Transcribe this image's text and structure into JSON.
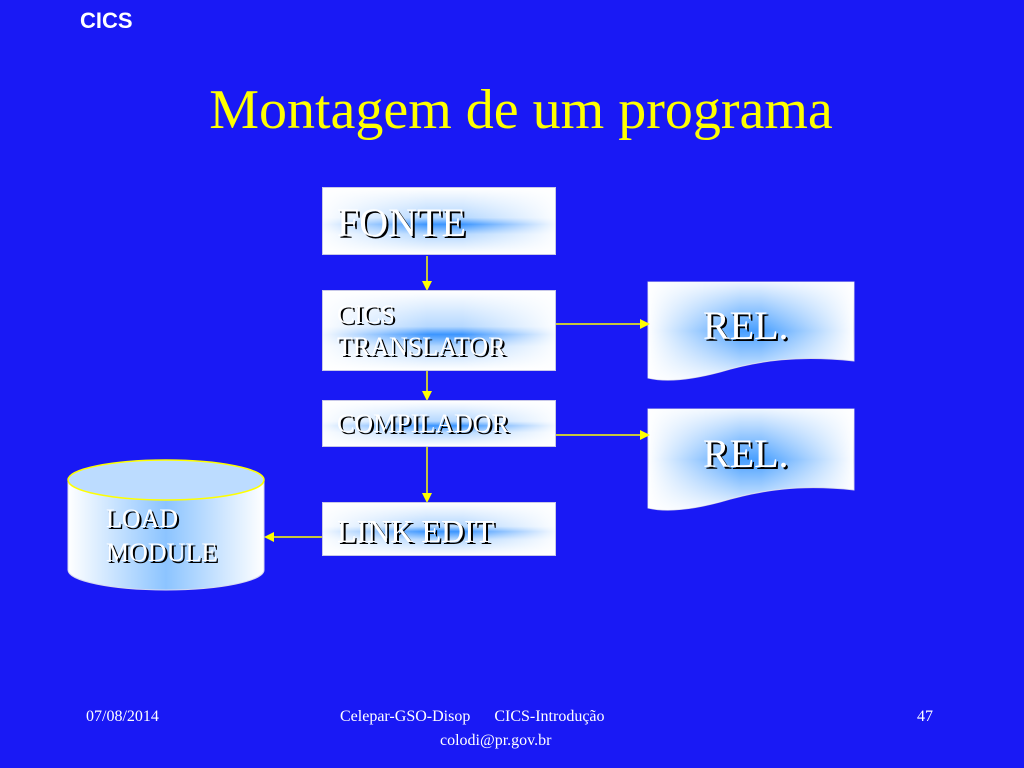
{
  "header": {
    "corner_label": "CICS"
  },
  "title": "Montagem de um programa",
  "diagram": {
    "nodes": {
      "fonte": "FONTE",
      "translator_line1": "CICS",
      "translator_line2": "TRANSLATOR",
      "compilador": "COMPILADOR",
      "link_edit": "LINK EDIT",
      "rel1": "REL.",
      "rel2": "REL.",
      "load_module_line1": "LOAD",
      "load_module_line2": "MODULE"
    },
    "colors": {
      "background": "#1919f5",
      "title": "#ffff00",
      "arrow": "#ffff00"
    }
  },
  "footer": {
    "date": "07/08/2014",
    "center_line1": "Celepar-GSO-Disop      CICS-Introdução",
    "center_line2": "colodi@pr.gov.br",
    "page_number": "47"
  }
}
